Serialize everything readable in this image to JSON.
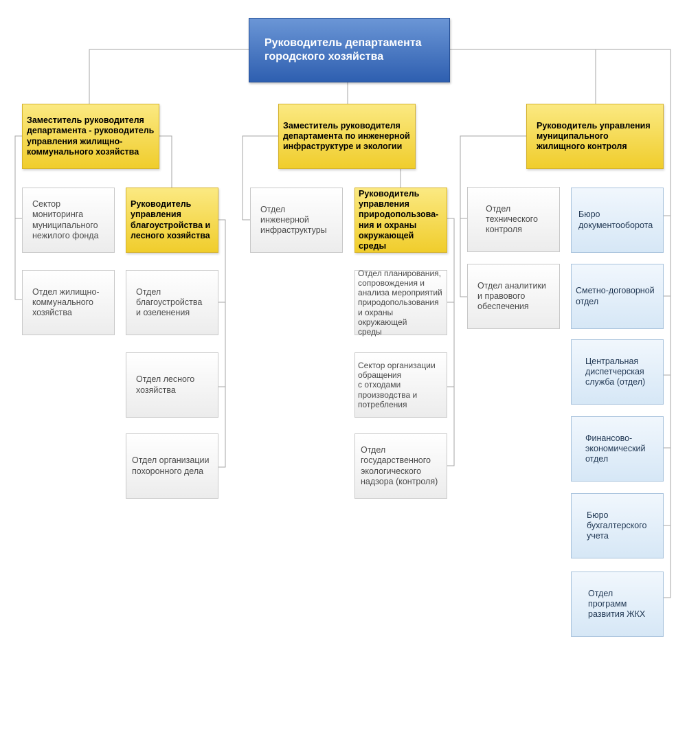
{
  "head": {
    "title": "Руководитель департамента\nгородского хозяйства"
  },
  "deputies": [
    {
      "title": "Заместитель руководителя департамента - руководитель управления жилищно-коммунального хозяйства",
      "departments": [
        "Сектор\nмониторинга\nмуниципального\nнежилого фонда",
        "Отдел жилищно-\nкоммунального\nхозяйства"
      ],
      "sub_unit": {
        "title": "Руководитель управления благоустройства и лесного хозяйства",
        "departments": [
          "Отдел\nблагоустройства\nи озеленения",
          "Отдел лесного\nхозяйства",
          "Отдел организации\nпохоронного дела"
        ]
      }
    },
    {
      "title": "Заместитель руководителя департамента по инженерной инфраструктуре и экологии",
      "departments": [
        "Отдел\nинженерной\nинфраструктуры"
      ],
      "sub_unit": {
        "title": "Руководитель управления природопользова-ния и охраны окружающей среды",
        "departments": [
          "Отдел планирования,\nсопровождения и\nанализа мероприятий\nприродопользования\nи охраны окружающей\nсреды",
          "Сектор организации\nобращения\nс отходами\nпроизводства и\nпотребления",
          "Отдел\nгосударственного\nэкологического\nнадзора (контроля)"
        ]
      }
    },
    {
      "title": "Руководитель управления муниципального жилищного контроля",
      "departments": [
        "Отдел\nтехнического\nконтроля",
        "Отдел аналитики\nи правового\nобеспечения"
      ]
    }
  ],
  "direct_units": [
    "Бюро\nдокументооборота",
    "Сметно-договорной\nотдел",
    "Центральная\nдиспетчерская\nслужба (отдел)",
    "Финансово-\nэкономический\nотдел",
    "Бюро\nбухгалтерского\nучета",
    "Отдел\nпрограмм\nразвития ЖКХ"
  ],
  "colors": {
    "head_fill": "#3f6fbf",
    "deputy_fill": "#f5d94f",
    "department_fill": "#f2f2f2",
    "direct_unit_fill": "#dde9f5",
    "connector": "#a0a0a0"
  }
}
